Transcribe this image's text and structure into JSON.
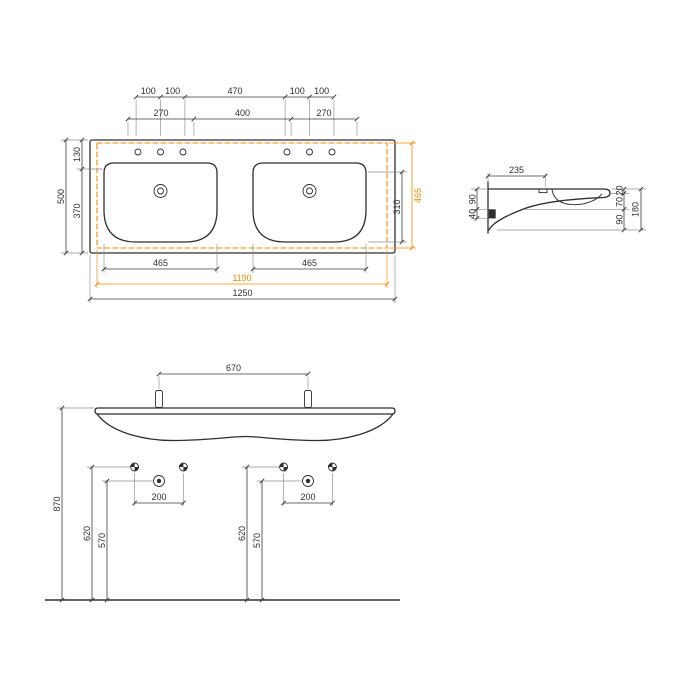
{
  "colors": {
    "accent": "#f18a00",
    "line": "#2e2e2e"
  },
  "plan_view": {
    "top_row1": [
      "100",
      "100",
      "470",
      "100",
      "100"
    ],
    "top_row2": [
      "270",
      "400",
      "270"
    ],
    "left_depth_upper": "130",
    "left_depth_lower": "370",
    "left_depth_total": "500",
    "right_basin_depth": "310",
    "right_cutout_depth": "465",
    "bottom_basin_left": "465",
    "bottom_basin_right": "465",
    "bottom_cutout_width": "1190",
    "bottom_total_width": "1250"
  },
  "section_view": {
    "top_depth": "235",
    "left_upper": "90",
    "left_lower": "40",
    "right_rim": "20",
    "right_bowl": "70",
    "right_lower": "90",
    "right_total": "180"
  },
  "front_view": {
    "tap_spacing": "670",
    "total_height": "870",
    "left_fixing_height": "620",
    "left_drain_height": "570",
    "left_fixing_spacing": "200",
    "right_fixing_height": "620",
    "right_drain_height": "570",
    "right_fixing_spacing": "200"
  }
}
